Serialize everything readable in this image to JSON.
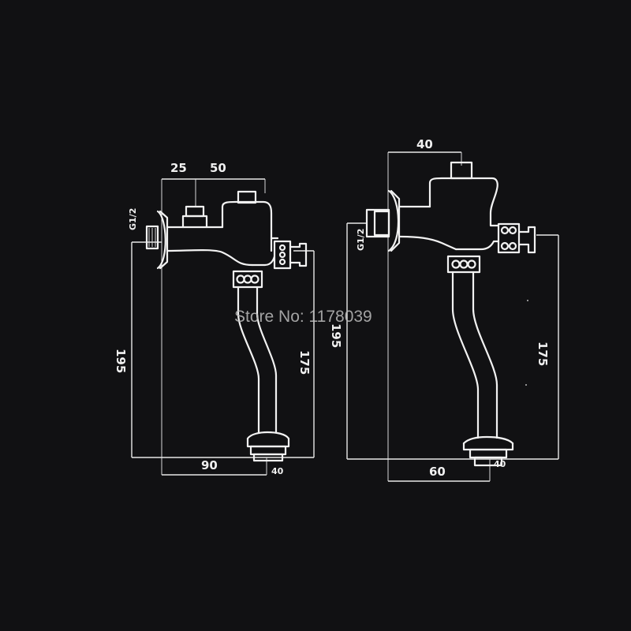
{
  "left_view": {
    "dims": {
      "top_a": "25",
      "top_b": "50",
      "height_outer": "195",
      "height_inner": "175",
      "width": "90",
      "outlet": "40",
      "thread": "G1/2"
    }
  },
  "right_view": {
    "dims": {
      "top": "40",
      "height_outer": "195",
      "height_inner": "175",
      "width": "60",
      "outlet": "40",
      "thread": "G1/2"
    }
  },
  "watermark": "Store No: 1178039"
}
